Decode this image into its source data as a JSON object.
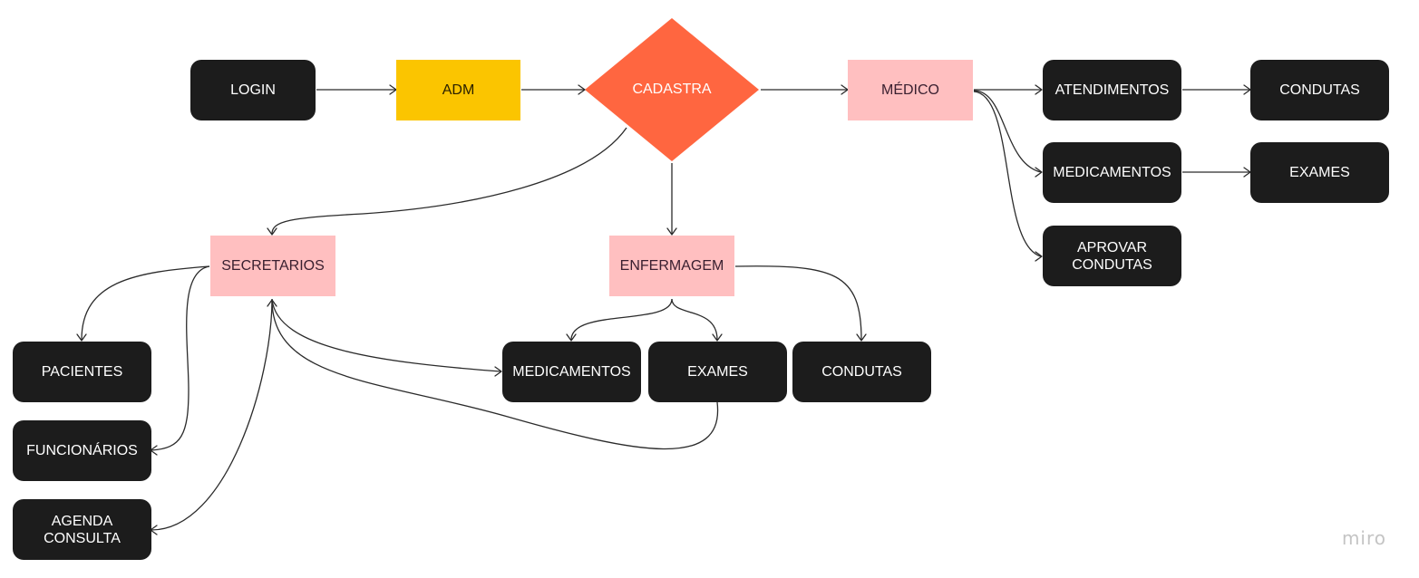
{
  "diagram": {
    "start": {
      "label": "LOGIN"
    },
    "admin": {
      "label": "ADM"
    },
    "decision": {
      "label": "CADASTRA"
    },
    "roles": {
      "medico": {
        "label": "MÉDICO"
      },
      "secretarios": {
        "label": "SECRETARIOS"
      },
      "enfermagem": {
        "label": "ENFERMAGEM"
      }
    },
    "medico_items": {
      "atendimentos": "ATENDIMENTOS",
      "condutas": "CONDUTAS",
      "medicamentos": "MEDICAMENTOS",
      "exames": "EXAMES",
      "aprovar_condutas": [
        "APROVAR",
        "CONDUTAS"
      ]
    },
    "secretarios_items": {
      "pacientes": "PACIENTES",
      "funcionarios": "FUNCIONÁRIOS",
      "agenda_consulta": [
        "AGENDA",
        "CONSULTA"
      ]
    },
    "enfermagem_items": {
      "medicamentos": "MEDICAMENTOS",
      "exames": "EXAMES",
      "condutas": "CONDUTAS"
    },
    "colors": {
      "dark_node": "#1c1c1c",
      "role_node": "#ffbfc0",
      "admin_node": "#fbc500",
      "decision_node": "#ff6640",
      "connector": "#2b2b2b"
    }
  },
  "branding": {
    "watermark": "miro"
  }
}
